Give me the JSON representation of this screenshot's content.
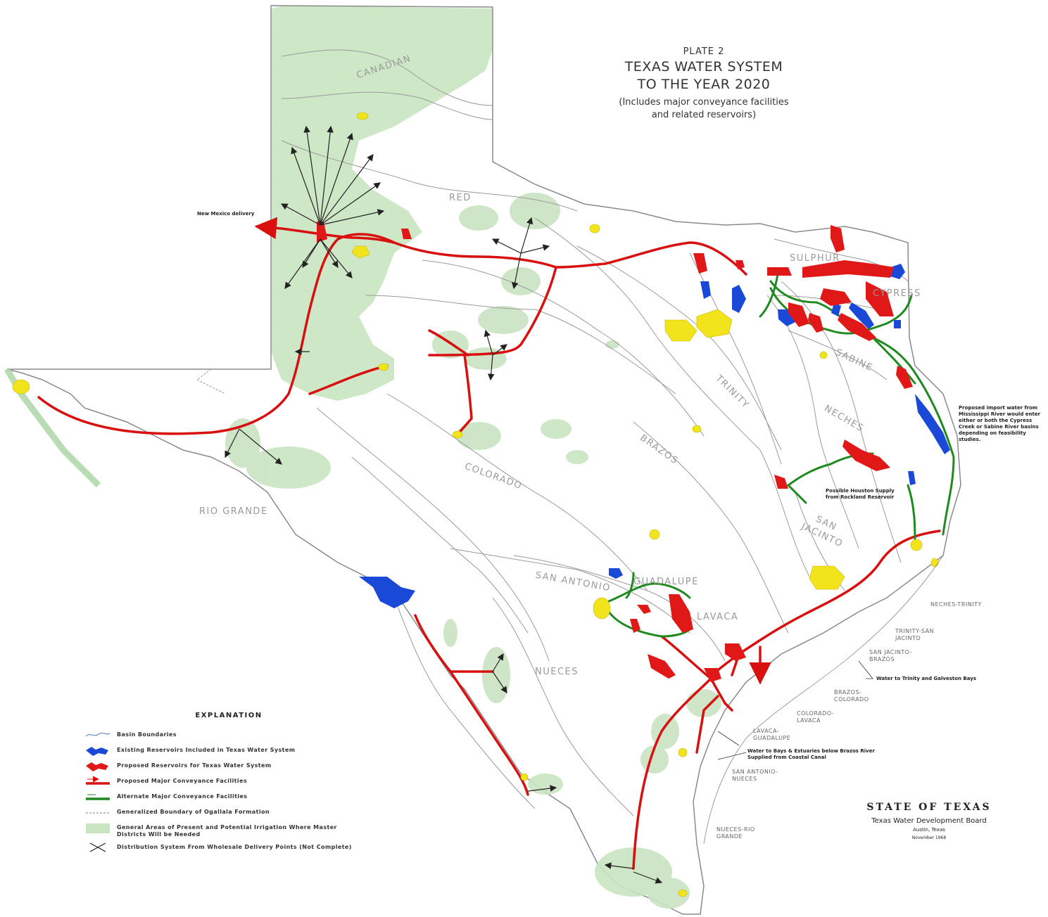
{
  "title": {
    "plate": "PLATE 2",
    "line1": "TEXAS WATER SYSTEM",
    "line2": "TO THE YEAR 2020",
    "subtitle": "(Includes major conveyance facilities and related reservoirs)"
  },
  "basins": {
    "canadian": "CANADIAN",
    "red": "RED",
    "sulphur": "SULPHUR",
    "cypress": "CYPRESS",
    "sabine": "SABINE",
    "trinity": "TRINITY",
    "neches": "NECHES",
    "brazos": "BRAZOS",
    "colorado": "COLORADO",
    "rio_grande": "RIO GRANDE",
    "san_jacinto": "SAN JACINTO",
    "san_antonio": "SAN ANTONIO",
    "guadalupe": "GUADALUPE",
    "lavaca": "LAVACA",
    "nueces": "NUECES"
  },
  "coastal_basins": {
    "neches_trinity": "NECHES-TRINITY",
    "trinity_san_jacinto": "TRINITY-SAN JACINTO",
    "san_jacinto_brazos": "SAN JACINTO-BRAZOS",
    "brazos_colorado": "BRAZOS-COLORADO",
    "colorado_lavaca": "COLORADO-LAVACA",
    "lavaca_guadalupe": "LAVACA-GUADALUPE",
    "san_antonio_nueces": "SAN ANTONIO-NUECES",
    "nueces_rio_grande": "NUECES-RIO GRANDE"
  },
  "annotations": {
    "new_mexico": "New Mexico delivery",
    "import_water": "Proposed import water from Mississippi River would enter either or both the Cypress Creek or Sabine River basins depending on feasibility studies.",
    "houston_supply": "Possible Houston Supply from Rockland Reservoir",
    "trinity_galveston": "Water to Trinity and Galveston Bays",
    "bays_estuaries": "Water to Bays & Estuaries below Brazos River Supplied from Coastal Canal"
  },
  "legend": {
    "title": "EXPLANATION",
    "items": [
      {
        "label": "Basin Boundaries",
        "symbol": "basin-boundary-icon"
      },
      {
        "label": "Existing Reservoirs Included in Texas Water System",
        "symbol": "existing-reservoir-icon"
      },
      {
        "label": "Proposed Reservoirs for Texas Water System",
        "symbol": "proposed-reservoir-icon"
      },
      {
        "label": "Proposed Major Conveyance Facilities",
        "symbol": "proposed-conveyance-icon"
      },
      {
        "label": "Alternate Major Conveyance Facilities",
        "symbol": "alternate-conveyance-icon"
      },
      {
        "label": "Generalized Boundary of Ogallala Formation",
        "symbol": "ogallala-boundary-icon"
      },
      {
        "label": "General Areas of Present and Potential Irrigation Where Master Districts Will be Needed",
        "symbol": "irrigation-area-icon"
      },
      {
        "label": "Distribution System From Wholesale Delivery Points (Not Complete)",
        "symbol": "distribution-arrows-icon"
      }
    ]
  },
  "footer": {
    "state": "STATE OF TEXAS",
    "agency": "Texas Water Development Board",
    "city": "Austin, Texas",
    "date": "November 1968"
  },
  "colors": {
    "existing_reservoir": "#1a49d8",
    "proposed_reservoir": "#e01818",
    "proposed_conveyance": "#d81010",
    "alternate_conveyance": "#1f8a1f",
    "irrigation": "#c9e4c1",
    "delivery_point": "#f2e41c",
    "basin_boundary": "#9a9a9a"
  }
}
